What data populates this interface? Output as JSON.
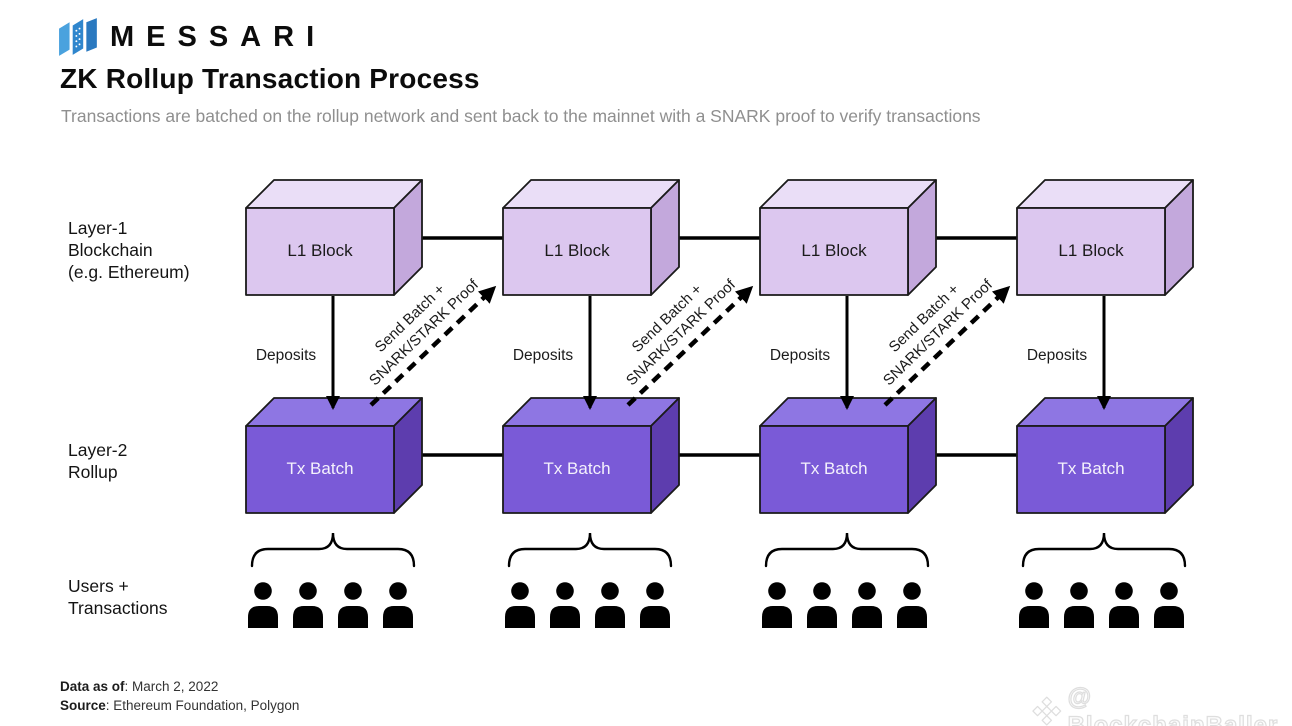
{
  "brand": {
    "name": "MESSARI",
    "logo_colors": {
      "bar_left": "#4aa2de",
      "bar_mid": "#2f86cd",
      "bar_right": "#2a79c0"
    }
  },
  "header": {
    "title": "ZK Rollup Transaction Process",
    "subtitle": "Transactions are batched on the rollup network and sent back to the mainnet with a SNARK proof to verify transactions"
  },
  "rows": [
    {
      "label_lines": [
        "Layer-1",
        "Blockchain",
        "(e.g. Ethereum)"
      ]
    },
    {
      "label_lines": [
        "Layer-2",
        "Rollup"
      ]
    },
    {
      "label_lines": [
        "Users +",
        "Transactions"
      ]
    }
  ],
  "columns": [
    {
      "l1_label": "L1 Block",
      "tx_label": "Tx Batch",
      "deposit_label": "Deposits",
      "users_count": 4
    },
    {
      "l1_label": "L1 Block",
      "tx_label": "Tx Batch",
      "deposit_label": "Deposits",
      "users_count": 4
    },
    {
      "l1_label": "L1 Block",
      "tx_label": "Tx Batch",
      "deposit_label": "Deposits",
      "users_count": 4
    },
    {
      "l1_label": "L1 Block",
      "tx_label": "Tx Batch",
      "deposit_label": "Deposits",
      "users_count": 4
    }
  ],
  "proof_arrows": [
    {
      "line1": "Send Batch +",
      "line2": "SNARK/STARK Proof"
    },
    {
      "line1": "Send Batch +",
      "line2": "SNARK/STARK Proof"
    },
    {
      "line1": "Send Batch +",
      "line2": "SNARK/STARK Proof"
    }
  ],
  "footer": {
    "data_as_of_label": "Data as of",
    "data_as_of_value": ": March 2, 2022",
    "source_label": "Source",
    "source_value": ": Ethereum Foundation, Polygon"
  },
  "watermark": {
    "handle": "@ BlockchainBaller"
  },
  "colors": {
    "l1_front": "#dcc7ef",
    "l1_top": "#eadef7",
    "l1_side": "#c3a8dc",
    "tx_front": "#7a5ad7",
    "tx_top": "#8e76e3",
    "tx_side": "#5d3dae",
    "line": "#000000",
    "subtitle_gray": "#8f8f8f"
  }
}
